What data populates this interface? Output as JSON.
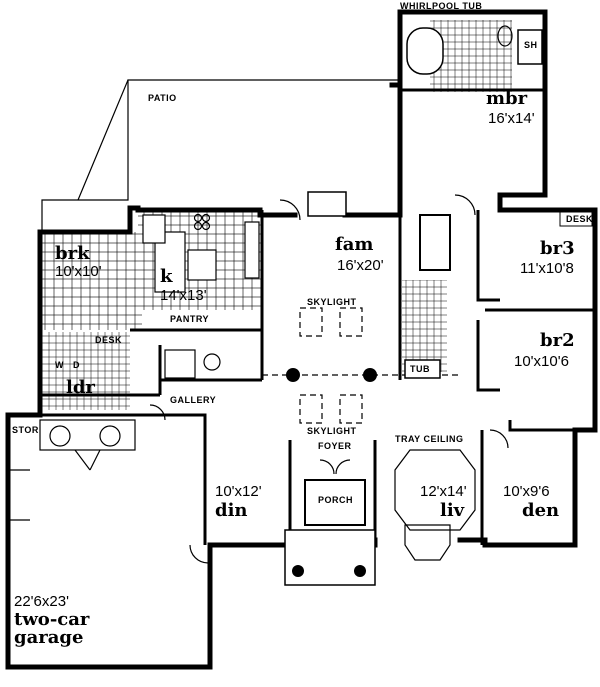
{
  "labels": {
    "whirlpool_tub": "WHIRLPOOL TUB",
    "sh": "SH",
    "patio": "PATIO",
    "desk_br3": "DESK",
    "desk_kitchen": "DESK",
    "pantry": "PANTRY",
    "skylight_top": "SKYLIGHT",
    "skylight_bottom": "SKYLIGHT",
    "tub": "TUB",
    "gallery": "GALLERY",
    "stor": "STOR",
    "foyer": "FOYER",
    "tray_ceiling": "TRAY CEILING",
    "porch": "PORCH",
    "w": "W",
    "d": "D"
  },
  "rooms": {
    "mbr": {
      "name": "mbr",
      "size": "16'x14'"
    },
    "fam": {
      "name": "fam",
      "size": "16'x20'"
    },
    "brk": {
      "name": "brk",
      "size": "10'x10'"
    },
    "k": {
      "name": "k",
      "size": "14'x13'"
    },
    "br3": {
      "name": "br3",
      "size": "11'x10'8"
    },
    "br2": {
      "name": "br2",
      "size": "10'x10'6"
    },
    "ldr": {
      "name": "ldr",
      "size": ""
    },
    "din": {
      "name": "din",
      "size": "10'x12'"
    },
    "liv": {
      "name": "liv",
      "size": "12'x14'"
    },
    "den": {
      "name": "den",
      "size": "10'x9'6"
    },
    "garage": {
      "size": "22'6x23'",
      "name_line1": "two-car",
      "name_line2": "garage"
    }
  }
}
